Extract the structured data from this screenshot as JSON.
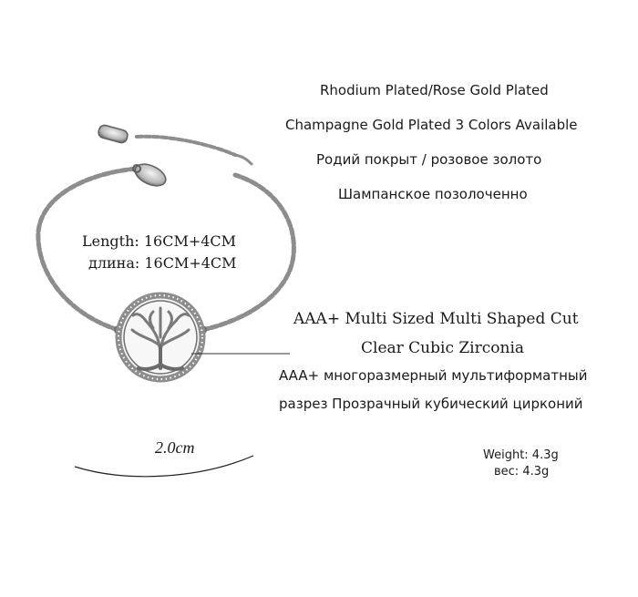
{
  "plating": {
    "line1": "Rhodium Plated/Rose Gold Plated",
    "line2": "Champagne Gold Plated 3 Colors Available",
    "line3_ru": "Родий покрыт / розовое золото",
    "line4_ru": "Шампанское позолоченно"
  },
  "length": {
    "en": "Length: 16CM+4CM",
    "ru": "длина: 16CM+4CM"
  },
  "stone": {
    "line1": "AAA+ Multi Sized Multi Shaped Cut",
    "line2": "Clear Cubic Zirconia",
    "line3_ru": "AAA+ многоразмерный мультиформатный",
    "line4_ru": "разрез Прозрачный кубический цирконий"
  },
  "dimension": {
    "label": "2.0cm"
  },
  "weight": {
    "en": "Weight: 4.3g",
    "ru": "вес: 4.3g"
  },
  "colors": {
    "text": "#1a1a1a",
    "metal": "#8d8d8d",
    "metal_dark": "#5e5e5e"
  }
}
